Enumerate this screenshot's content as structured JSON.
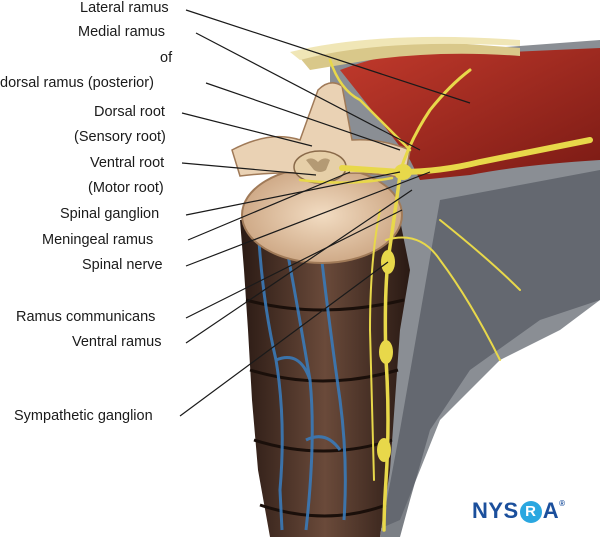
{
  "labels": {
    "lateral_ramus": "Lateral ramus",
    "medial_ramus": "Medial ramus",
    "of": "of",
    "dorsal_ramus": "dorsal ramus (posterior)",
    "dorsal_root": "Dorsal root",
    "sensory_root": "(Sensory root)",
    "ventral_root": "Ventral root",
    "motor_root": "(Motor root)",
    "spinal_ganglion": "Spinal ganglion",
    "meningeal_ramus": "Meningeal ramus",
    "spinal_nerve": "Spinal nerve",
    "ramus_communicans": "Ramus communicans",
    "ventral_ramus": "Ventral ramus",
    "sympathetic_ganglion": "Sympathetic ganglion"
  },
  "logo": {
    "prefix": "NYS",
    "circle_letter": "R",
    "suffix": "A",
    "mark": "®"
  },
  "colors": {
    "nerve": "#e8d84a",
    "muscle": "#a82a22",
    "bone": "#e8c8a8",
    "vertebral_body": "#4a3328",
    "vein": "#3a7ab8"
  }
}
